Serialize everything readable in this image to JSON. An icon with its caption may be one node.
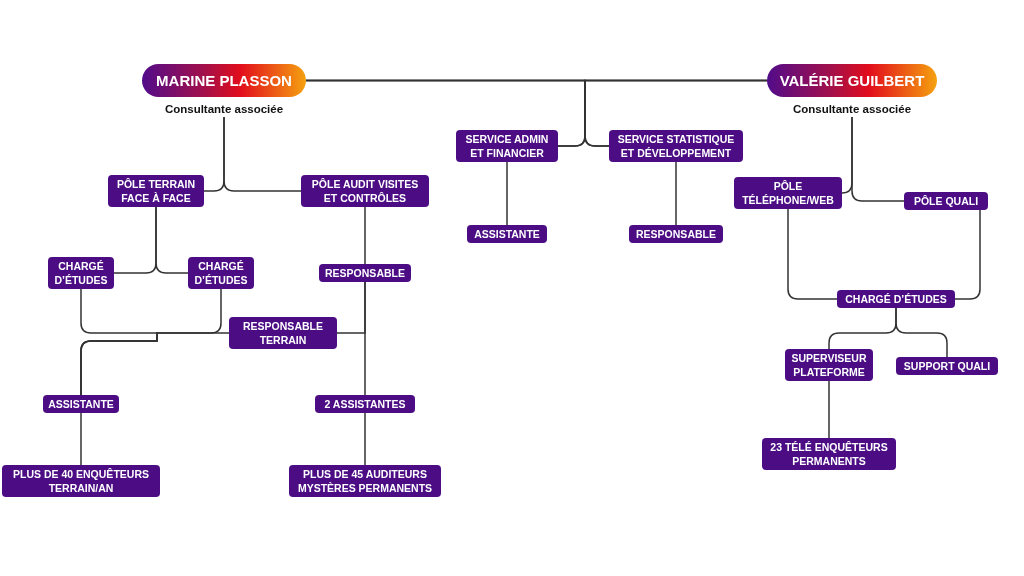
{
  "diagram": {
    "nodes": [
      {
        "text": [
          "MARINE PLASSON"
        ],
        "beside": [
          "Consultante associée"
        ]
      },
      {
        "text": [
          "VALÉRIE GUILBERT"
        ],
        "beside": [
          "Consultante associée"
        ]
      },
      {
        "text": [
          "PÔLE TERRAIN FACE À FACE"
        ]
      },
      {
        "text": [
          "PÔLE AUDIT VISITES ET CONTRÔLES"
        ]
      },
      {
        "text": [
          "SERVICE ADMIN ET FINANCIER"
        ]
      },
      {
        "text": [
          "SERVICE STATISTIQUE ET DÉVELOPPEMENT"
        ]
      },
      {
        "text": [
          "PÔLE TÉLÉPHONE/WEB"
        ]
      },
      {
        "text": [
          "PÔLE QUALI"
        ]
      },
      {
        "text": [
          "CHARGÉ D’ÉTUDES"
        ]
      },
      {
        "text": [
          "CHARGÉ D’ÉTUDES"
        ]
      },
      {
        "text": [
          "RESPONSABLE"
        ]
      },
      {
        "text": [
          "ASSISTANTE"
        ]
      },
      {
        "text": [
          "RESPONSABLE"
        ]
      },
      {
        "text": [
          "CHARGÉ D’ÉTUDES"
        ]
      },
      {
        "text": [
          "RESPONSABLE TERRAIN"
        ]
      },
      {
        "text": [
          "SUPERVISEUR PLATEFORME"
        ]
      },
      {
        "text": [
          "SUPPORT QUALI"
        ]
      },
      {
        "text": [
          "ASSISTANTE"
        ]
      },
      {
        "text": [
          "2 ASSISTANTES"
        ]
      },
      {
        "text": [
          "23 TÉLÉ ENQUÊTEURS PERMANENTS"
        ]
      },
      {
        "text": [
          "PLUS DE 40 ENQUÊTEURS TERRAIN/AN"
        ]
      },
      {
        "text": [
          "PLUS DE 45 AUDITEURS MYSTÈRES PERMANENTS"
        ]
      }
    ],
    "edges": [
      {
        "from": 0,
        "to": 1,
        "arrow": "none"
      },
      {
        "from": 0,
        "to": 4,
        "arrow": "none"
      },
      {
        "from": 0,
        "to": 5,
        "arrow": "none"
      },
      {
        "from": 1,
        "to": 4,
        "arrow": "none"
      },
      {
        "from": 1,
        "to": 5,
        "arrow": "none"
      },
      {
        "from": 0,
        "to": 2,
        "arrow": "none"
      },
      {
        "from": 0,
        "to": 3,
        "arrow": "none"
      },
      {
        "from": 2,
        "to": 8,
        "arrow": "none"
      },
      {
        "from": 2,
        "to": 9,
        "arrow": "none"
      },
      {
        "from": 3,
        "to": 10,
        "arrow": "none"
      },
      {
        "from": 10,
        "to": 18,
        "arrow": "none"
      },
      {
        "from": 18,
        "to": 21,
        "arrow": "none"
      },
      {
        "from": 4,
        "to": 11,
        "arrow": "none"
      },
      {
        "from": 5,
        "to": 12,
        "arrow": "none"
      },
      {
        "from": 1,
        "to": 6,
        "arrow": "none"
      },
      {
        "from": 1,
        "to": 7,
        "arrow": "none"
      },
      {
        "from": 6,
        "to": 13,
        "arrow": "none"
      },
      {
        "from": 7,
        "to": 13,
        "arrow": "none"
      },
      {
        "from": 13,
        "to": 15,
        "arrow": "none"
      },
      {
        "from": 13,
        "to": 16,
        "arrow": "none"
      },
      {
        "from": 15,
        "to": 19,
        "arrow": "none"
      },
      {
        "from": 8,
        "to": 17,
        "arrow": "none"
      },
      {
        "from": 9,
        "to": 17,
        "arrow": "none"
      },
      {
        "from": 14,
        "to": 17,
        "arrow": "none"
      },
      {
        "from": 10,
        "to": 14,
        "arrow": "none"
      },
      {
        "from": 17,
        "to": 20,
        "arrow": "none"
      }
    ]
  }
}
